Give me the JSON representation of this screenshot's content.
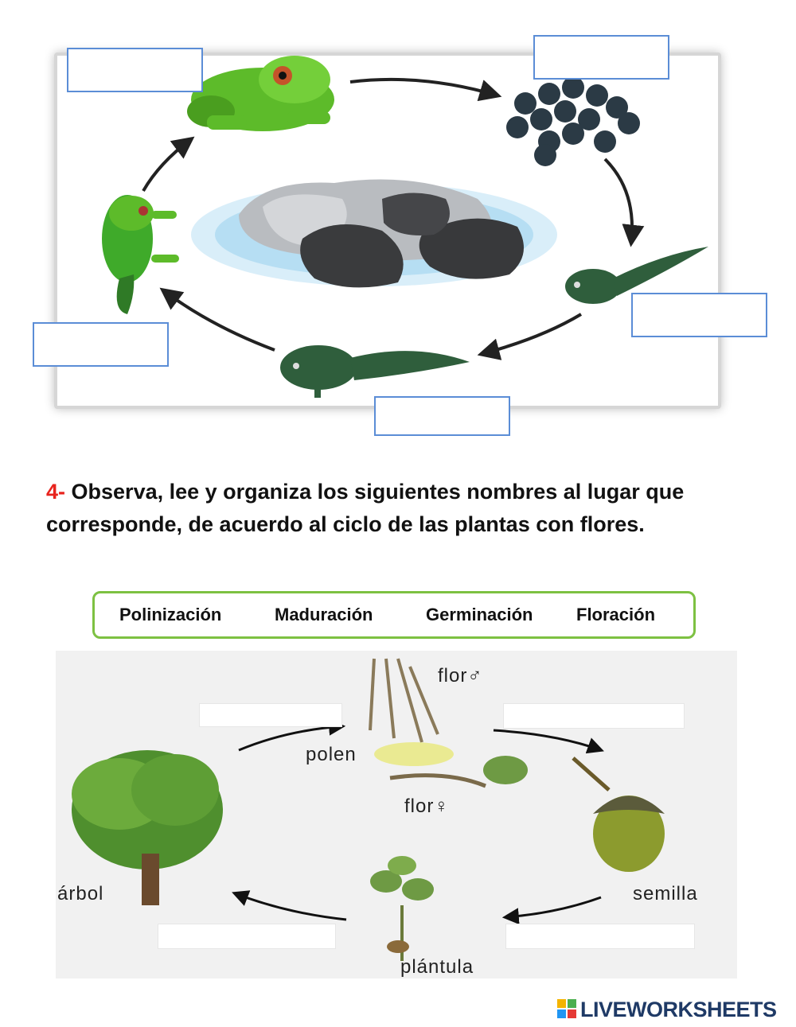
{
  "question": {
    "number": "4-",
    "text": "Observa, lee y organiza los siguientes nombres al lugar que corresponde, de acuerdo al ciclo de las plantas con flores."
  },
  "word_bank": [
    "Polinización",
    "Maduración",
    "Germinación",
    "Floración"
  ],
  "plant_cycle": {
    "labels": {
      "male_flower": "flor♂",
      "pollen": "polen",
      "female_flower": "flor♀",
      "seed": "semilla",
      "seedling": "plántula",
      "tree": "árbol"
    }
  },
  "colors": {
    "frog_green": "#5dbb2a",
    "tadpole_green": "#2f5e3c",
    "box_border": "#5b8dd6",
    "word_bank_border": "#7dc142",
    "question_number": "#e8231d"
  },
  "footer": {
    "logo_text": "LIVEWORKSHEETS"
  }
}
